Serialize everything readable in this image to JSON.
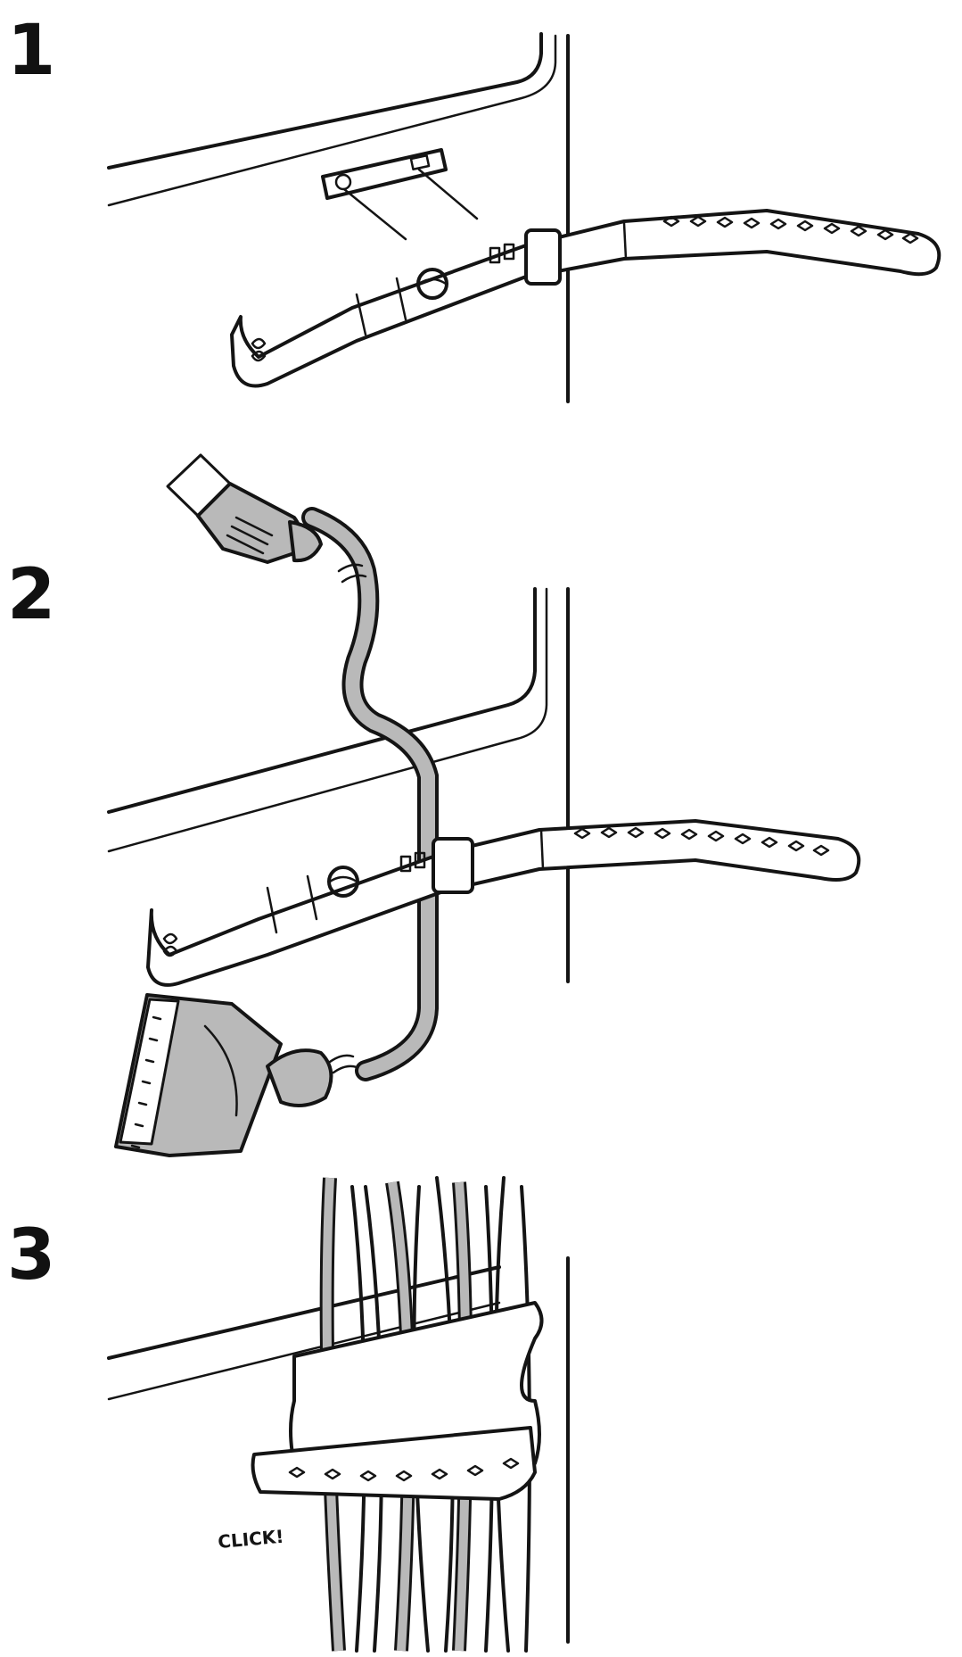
{
  "steps": [
    {
      "number": "1"
    },
    {
      "number": "2"
    },
    {
      "number": "3"
    }
  ],
  "annotations": {
    "click": "CLICK!"
  },
  "colors": {
    "ink": "#141414",
    "cable_grey": "#b9b9b9",
    "background": "#ffffff"
  }
}
